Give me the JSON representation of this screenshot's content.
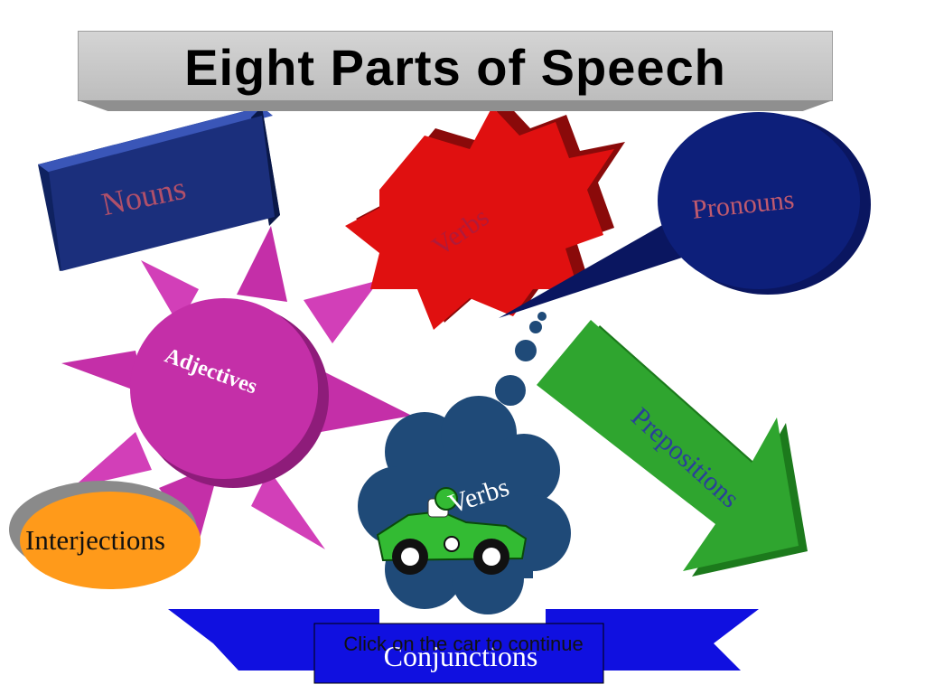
{
  "title": "Eight Parts of Speech",
  "shapes": {
    "nouns": "Nouns",
    "verbs": "Verbs",
    "pronouns": "Pronouns",
    "adjectives": "Adjectives",
    "prepositions": "Prepositions",
    "interjections": "Interjections",
    "conjunctions": "Conjunctions",
    "cloud_text": "Verbs"
  },
  "car_prompt": "Click on the car to continue",
  "colors": {
    "nouns_box": "#1b2f7c",
    "verbs_star": "#e01010",
    "pronouns_bubble": "#0d1f7a",
    "adjectives_sun": "#c42fa8",
    "prepositions_arrow": "#2fa52f",
    "interjections_oval": "#ff9a1a",
    "conjunctions_banner": "#1010e0",
    "cloud": "#1f4a78",
    "car": "#33bb33"
  },
  "icons": {
    "car": "car-icon"
  }
}
